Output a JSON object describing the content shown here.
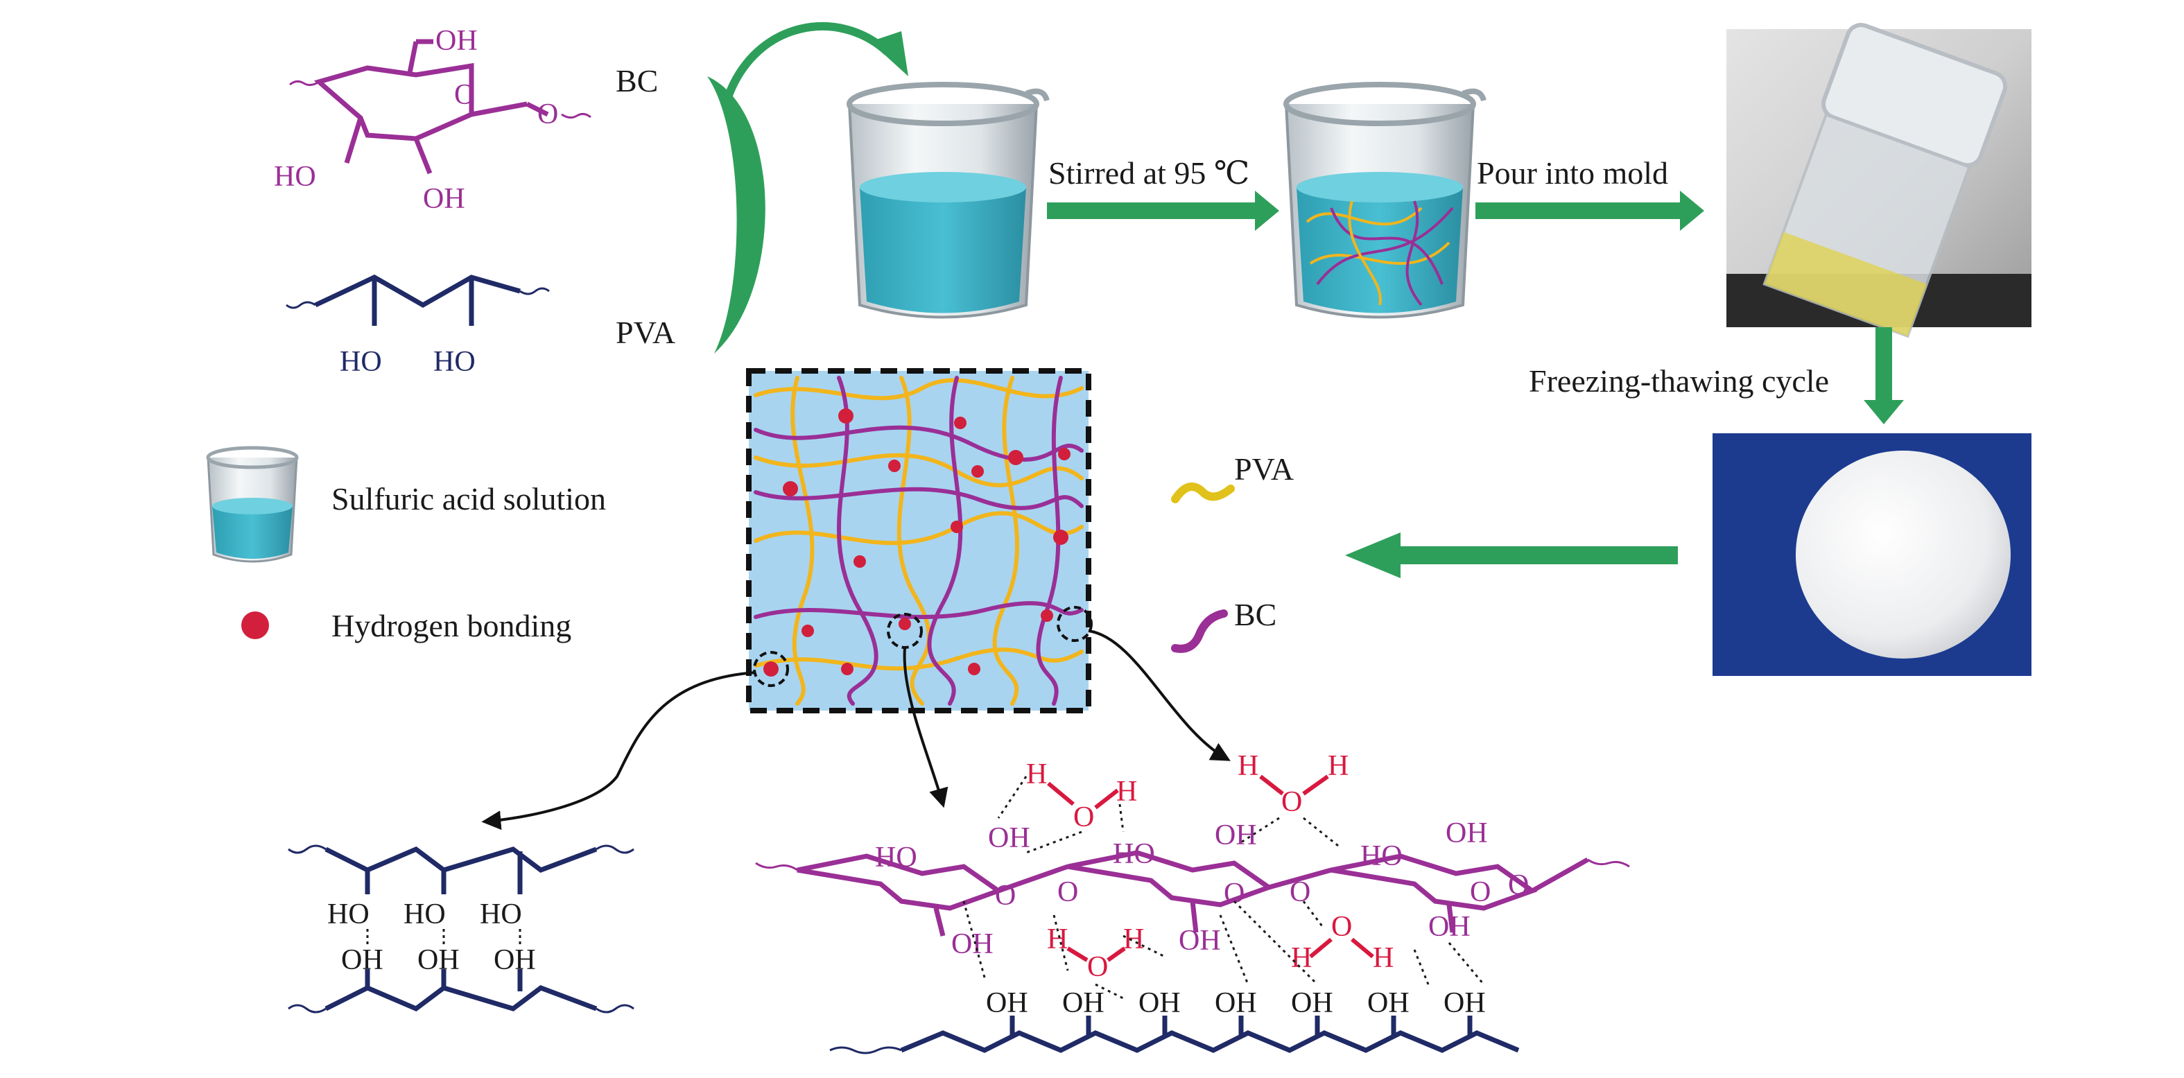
{
  "labels": {
    "bc": "BC",
    "pva": "PVA",
    "stirred": "Stirred at 95 ℃",
    "pour": "Pour into mold",
    "freeze": "Freezing-thawing cycle",
    "sulfuric": "Sulfuric acid solution",
    "hbond": "Hydrogen bonding",
    "legend_pva": "PVA",
    "legend_bc": "BC"
  },
  "chem": {
    "oh": "OH",
    "ho": "HO",
    "o": "O",
    "h": "H"
  },
  "colors": {
    "bc_chain": "#9a2f96",
    "pva_chain": "#1f2a66",
    "pva_fiber": "#f2b51c",
    "arrow_green": "#2e9f5a",
    "water_blue": "#3fb4c8",
    "network_bg": "#a8d4f0",
    "hbond_dot": "#d21f3c",
    "water_mol": "#d8193f"
  }
}
